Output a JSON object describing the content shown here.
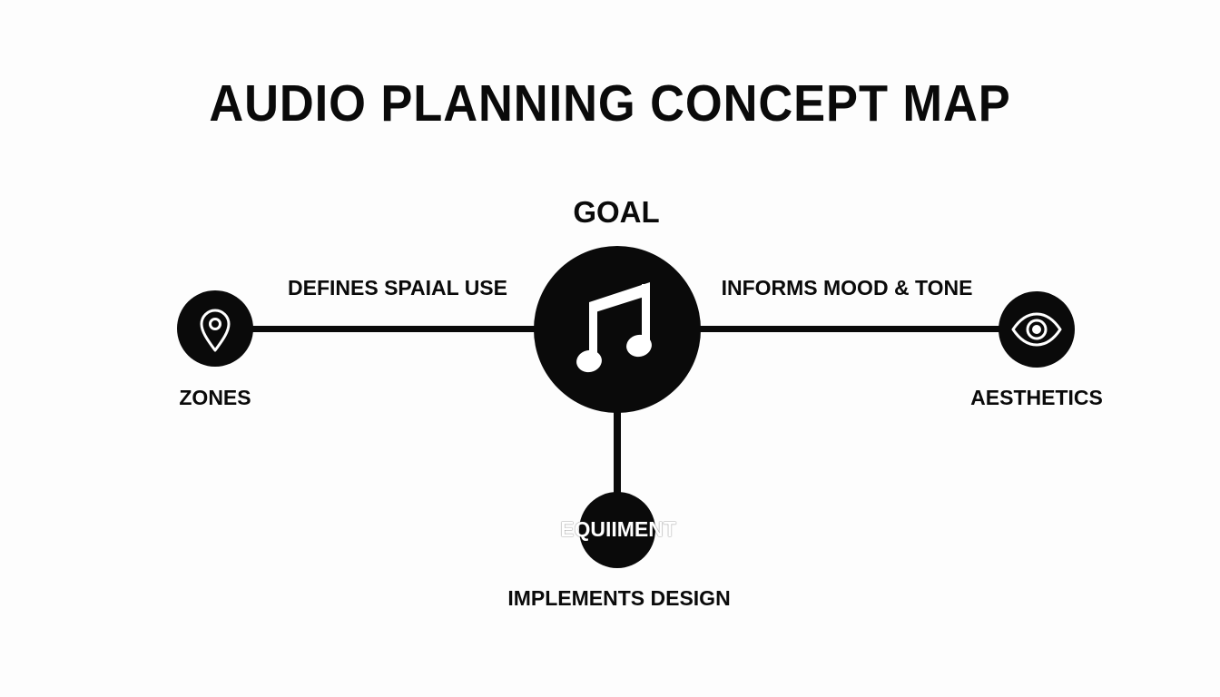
{
  "title": "AUDIO PLANNING CONCEPT MAP",
  "colors": {
    "ink": "#0a0a0a",
    "background": "#fdfdfd",
    "icon_fill": "#ffffff"
  },
  "nodes": {
    "goal": {
      "label": "GOAL",
      "icon": "music-note-icon"
    },
    "zones": {
      "label": "ZONES",
      "icon": "location-pin-icon"
    },
    "aesthetics": {
      "label": "AESTHETICS",
      "icon": "eye-icon"
    },
    "equipment": {
      "label": "EQUIIMENT"
    }
  },
  "edges": {
    "zones_to_goal": "DEFINES SPAIAL USE",
    "goal_to_aesthetics": "INFORMS MOOD & TONE",
    "goal_to_equipment": "IMPLEMENTS DESIGN"
  }
}
